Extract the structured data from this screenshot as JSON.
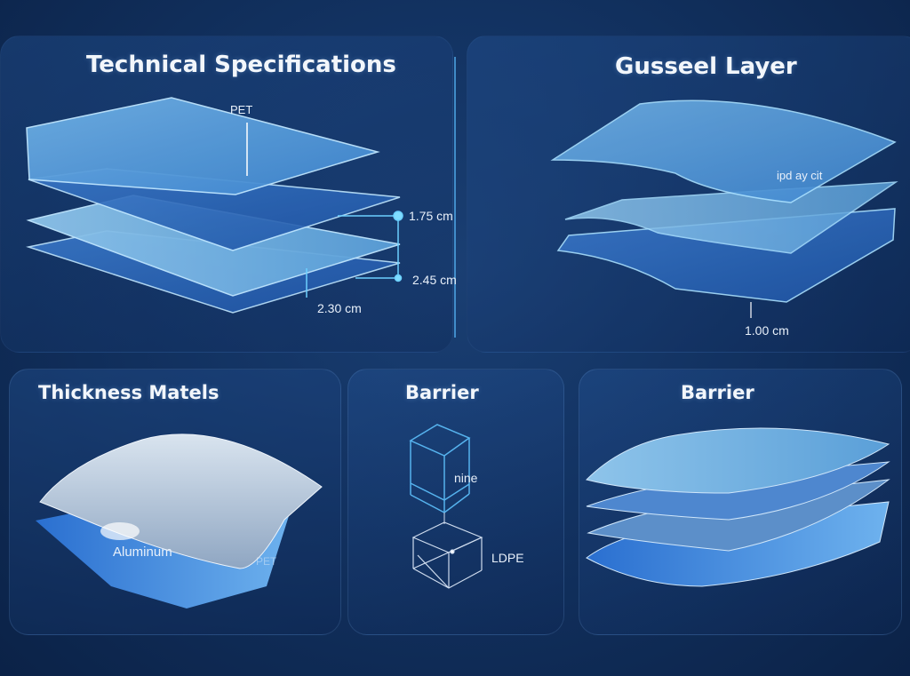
{
  "panels": {
    "technical": {
      "title": "Technical Specifications",
      "labels": {
        "pet": "PET",
        "dim1": "1.75 cm",
        "dim2": "2.45 cm",
        "dim3": "2.30 cm"
      }
    },
    "gusset": {
      "title": "Gusseel Layer",
      "labels": {
        "overlay": "ipd ay cit",
        "dim": "1.00 cm"
      }
    },
    "thickness": {
      "title": "Thickness Matels",
      "labels": {
        "aluminum": "Aluminum",
        "pet": "PET"
      }
    },
    "barrier_center": {
      "title": "Barrier",
      "labels": {
        "top_cube": "nine",
        "bottom_cube": "LDPE"
      }
    },
    "barrier_right": {
      "title": "Barrier"
    }
  },
  "colors": {
    "background": "#123261",
    "accent": "#5fc3ff",
    "layer_light": "#7ab8e6",
    "layer_dark": "#2f6bbf"
  }
}
